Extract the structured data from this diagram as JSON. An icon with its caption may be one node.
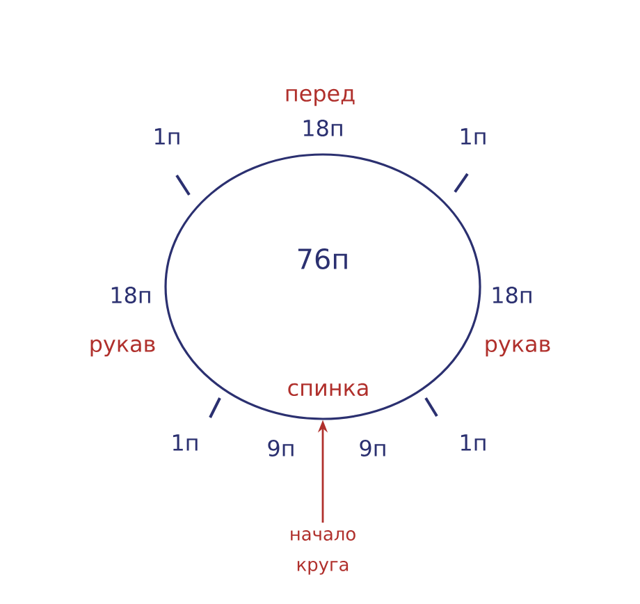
{
  "diagram": {
    "nodes": [
      {
        "text": [
          "76п",
          "спинка"
        ]
      },
      {
        "text": [
          "начало круга"
        ]
      }
    ],
    "edges": [
      {
        "from": 1,
        "to": 0,
        "arrow": "to",
        "color": "#b0302c"
      }
    ],
    "labels": [
      "перед",
      "1п",
      "18п",
      "1п",
      "18п",
      "рукав",
      "18п",
      "рукав",
      "1п",
      "9п",
      "9п",
      "1п"
    ]
  }
}
